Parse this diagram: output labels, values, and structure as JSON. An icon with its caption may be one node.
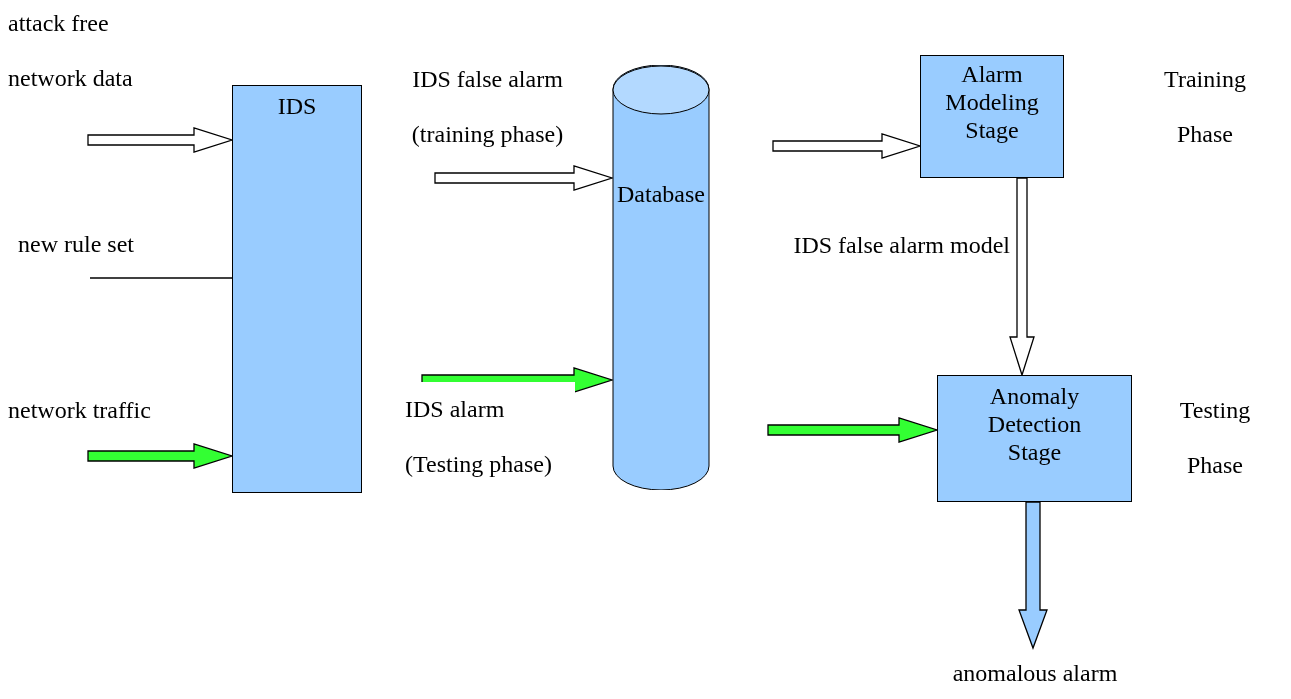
{
  "diagram": {
    "nodes": [
      {
        "text": [
          "IDS"
        ]
      },
      {
        "text": [
          "Database"
        ]
      },
      {
        "text": [
          "Alarm Modeling Stage"
        ]
      },
      {
        "text": [
          "Anomaly Detection Stage"
        ]
      }
    ],
    "edges": [
      {
        "from": null,
        "to": 0,
        "arrow": "to"
      },
      {
        "from": null,
        "to": 0,
        "arrow": "none"
      },
      {
        "from": null,
        "to": 0,
        "arrow": "to",
        "color": "#33ff33"
      },
      {
        "from": 0,
        "to": 1,
        "arrow": "to",
        "label": "IDS false alarm (training phase)"
      },
      {
        "from": 0,
        "to": 1,
        "arrow": "to",
        "label": "IDS alarm (Testing phase)",
        "color": "#33ff33"
      },
      {
        "from": 1,
        "to": 2,
        "arrow": "to"
      },
      {
        "from": 2,
        "to": 3,
        "arrow": "to",
        "label": "IDS false alarm model"
      },
      {
        "from": 1,
        "to": 3,
        "arrow": "to",
        "color": "#33ff33"
      },
      {
        "from": 3,
        "to": null,
        "arrow": "to",
        "label": "anomalous alarm",
        "color": "#99ccff"
      }
    ],
    "labels": [
      "attack free network data",
      "new rule set",
      "network traffic",
      "Training Phase",
      "Testing Phase"
    ]
  }
}
